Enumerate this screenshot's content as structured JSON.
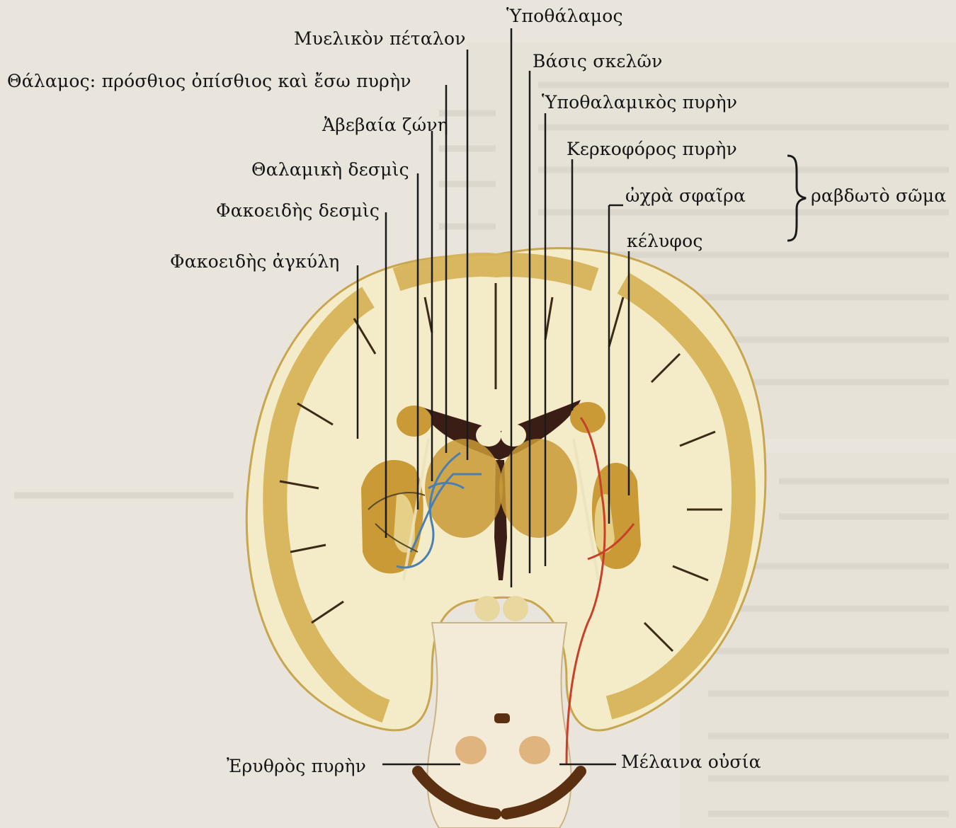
{
  "labels": {
    "myelikon_petalon": "Μυελικὸν πέταλον",
    "thalamos": "Θάλαμος: πρόσθιος ὀπίσθιος καὶ ἔσω πυρὴν",
    "aveveia_zoni": "Ἀβεβαία ζώνη",
    "thalamiki_desmis": "Θαλαμικὴ δεσμὶς",
    "fakoeidis_desmis": "Φακοειδὴς δεσμὶς",
    "fakoeidis_agkyli": "Φακοειδὴς ἀγκύλη",
    "ypothalamos": "Ὑποθάλαμος",
    "vasis_skelon": "Βάσις σκελῶν",
    "ypothalamikos_pyrin": "Ὑποθαλαμικὸς πυρὴν",
    "kerkoforos_pyrin": "Κερκοφόρος πυρὴν",
    "ochra_sfaira": "ὠχρὰ σφαῖρα",
    "kelyfos": "κέλυφος",
    "ravdoto_soma": "ραβδωτὸ σῶμα",
    "erythros_pyrin": "Ἐρυθρὸς πυρὴν",
    "melaina_ousia": "Μέλαινα οὐσία"
  },
  "colors": {
    "background": "#e9e5dc",
    "white_matter": "#f4ecc8",
    "cortex": "#d6b45a",
    "nuclei": "#c99a36",
    "ventricle": "#3a1e16",
    "leader_line": "#1a1a1a",
    "pathway_blue": "#4a7fb0",
    "pathway_red": "#c8402a"
  }
}
